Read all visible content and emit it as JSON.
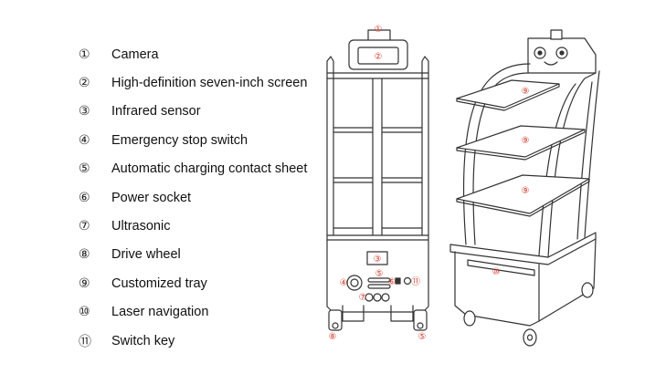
{
  "legend": [
    {
      "num": "①",
      "text": "Camera"
    },
    {
      "num": "②",
      "text": "High-definition seven-inch screen"
    },
    {
      "num": "③",
      "text": "Infrared sensor"
    },
    {
      "num": "④",
      "text": "Emergency stop switch"
    },
    {
      "num": "⑤",
      "text": "Automatic charging contact sheet"
    },
    {
      "num": "⑥",
      "text": "Power socket"
    },
    {
      "num": "⑦",
      "text": "Ultrasonic"
    },
    {
      "num": "⑧",
      "text": "Drive wheel"
    },
    {
      "num": "⑨",
      "text": "Customized tray"
    },
    {
      "num": "⑩",
      "text": "Laser navigation"
    },
    {
      "num": "⑪",
      "text": "Switch key"
    }
  ],
  "callouts": {
    "camera": "①",
    "screen": "②",
    "infrared": "③",
    "estop": "④",
    "charging": "⑤",
    "power": "⑥",
    "ultrasonic": "⑦",
    "wheel_left": "⑧",
    "wheel_right": "⑤",
    "switch": "⑪",
    "tray_top": "⑨",
    "tray_mid": "⑨",
    "tray_low": "⑨",
    "laser": "⑩"
  },
  "colors": {
    "callout": "#d23b2a",
    "line": "#333333"
  }
}
